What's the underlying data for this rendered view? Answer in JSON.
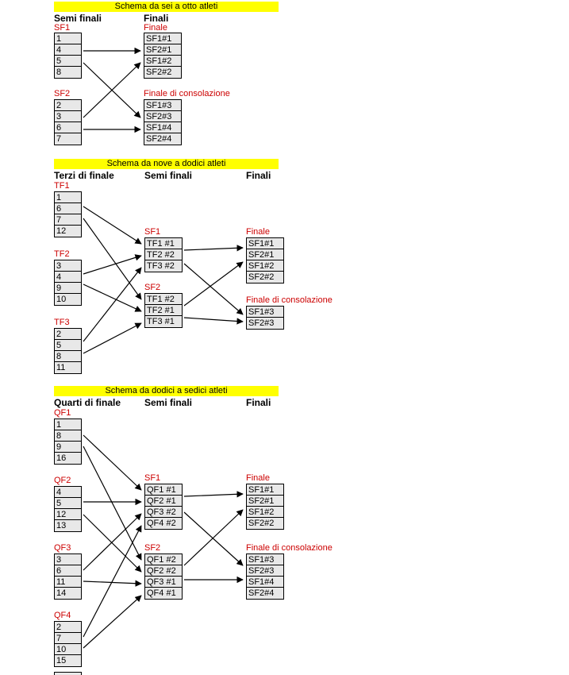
{
  "colors": {
    "page_bg": "#ffffff",
    "banner_bg": "#ffff00",
    "banner_text": "#000000",
    "heading_text": "#000000",
    "label_red": "#cc0000",
    "box_bg": "#e8e8e8",
    "box_border": "#000000",
    "arrow": "#000000"
  },
  "section1": {
    "banner": "Schema da sei a otto atleti",
    "col1_header": "Semi finali",
    "col2_header": "Finali",
    "sf1": {
      "label": "SF1",
      "rows": [
        "1",
        "4",
        "5",
        "8"
      ]
    },
    "sf2": {
      "label": "SF2",
      "rows": [
        "2",
        "3",
        "6",
        "7"
      ]
    },
    "finale": {
      "label": "Finale",
      "rows": [
        "SF1#1",
        "SF2#1",
        "SF1#2",
        "SF2#2"
      ]
    },
    "consolazione": {
      "label": "Finale di consolazione",
      "rows": [
        "SF1#3",
        "SF2#3",
        "SF1#4",
        "SF2#4"
      ]
    },
    "connections": [
      {
        "from": "SF1",
        "to": "Finale"
      },
      {
        "from": "SF1",
        "to": "Finale di consolazione"
      },
      {
        "from": "SF2",
        "to": "Finale"
      },
      {
        "from": "SF2",
        "to": "Finale di consolazione"
      }
    ]
  },
  "section2": {
    "banner": "Schema da nove a dodici atleti",
    "col1_header": "Terzi di finale",
    "col2_header": "Semi finali",
    "col3_header": "Finali",
    "tf1": {
      "label": "TF1",
      "rows": [
        "1",
        "6",
        "7",
        "12"
      ]
    },
    "tf2": {
      "label": "TF2",
      "rows": [
        "3",
        "4",
        "9",
        "10"
      ]
    },
    "tf3": {
      "label": "TF3",
      "rows": [
        "2",
        "5",
        "8",
        "11"
      ]
    },
    "sf1": {
      "label": "SF1",
      "rows": [
        "TF1 #1",
        "TF2 #2",
        "TF3 #2"
      ]
    },
    "sf2": {
      "label": "SF2",
      "rows": [
        "TF1 #2",
        "TF2 #1",
        "TF3 #1"
      ]
    },
    "finale": {
      "label": "Finale",
      "rows": [
        "SF1#1",
        "SF2#1",
        "SF1#2",
        "SF2#2"
      ]
    },
    "consolazione": {
      "label": "Finale di consolazione",
      "rows": [
        "SF1#3",
        "SF2#3"
      ]
    },
    "connections": [
      {
        "from": "TF1",
        "to": "SF1"
      },
      {
        "from": "TF1",
        "to": "SF2"
      },
      {
        "from": "TF2",
        "to": "SF1"
      },
      {
        "from": "TF2",
        "to": "SF2"
      },
      {
        "from": "TF3",
        "to": "SF1"
      },
      {
        "from": "TF3",
        "to": "SF2"
      },
      {
        "from": "SF1",
        "to": "Finale"
      },
      {
        "from": "SF1",
        "to": "Finale di consolazione"
      },
      {
        "from": "SF2",
        "to": "Finale"
      },
      {
        "from": "SF2",
        "to": "Finale di consolazione"
      }
    ]
  },
  "section3": {
    "banner": "Schema da dodici a sedici atleti",
    "col1_header": "Quarti di finale",
    "col2_header": "Semi finali",
    "col3_header": "Finali",
    "qf1": {
      "label": "QF1",
      "rows": [
        "1",
        "8",
        "9",
        "16"
      ]
    },
    "qf2": {
      "label": "QF2",
      "rows": [
        "4",
        "5",
        "12",
        "13"
      ]
    },
    "qf3": {
      "label": "QF3",
      "rows": [
        "3",
        "6",
        "11",
        "14"
      ]
    },
    "qf4": {
      "label": "QF4",
      "rows": [
        "2",
        "7",
        "10",
        "15"
      ]
    },
    "sf1": {
      "label": "SF1",
      "rows": [
        "QF1 #1",
        "QF2 #1",
        "QF3 #2",
        "QF4 #2"
      ]
    },
    "sf2": {
      "label": "SF2",
      "rows": [
        "QF1 #2",
        "QF2 #2",
        "QF3 #1",
        "QF4 #1"
      ]
    },
    "finale": {
      "label": "Finale",
      "rows": [
        "SF1#1",
        "SF2#1",
        "SF1#2",
        "SF2#2"
      ]
    },
    "consolazione": {
      "label": "Finale di consolazione",
      "rows": [
        "SF1#3",
        "SF2#3",
        "SF1#4",
        "SF2#4"
      ]
    },
    "connections": [
      {
        "from": "QF1",
        "to": "SF1"
      },
      {
        "from": "QF1",
        "to": "SF2"
      },
      {
        "from": "QF2",
        "to": "SF1"
      },
      {
        "from": "QF2",
        "to": "SF2"
      },
      {
        "from": "QF3",
        "to": "SF1"
      },
      {
        "from": "QF3",
        "to": "SF2"
      },
      {
        "from": "QF4",
        "to": "SF1"
      },
      {
        "from": "QF4",
        "to": "SF2"
      },
      {
        "from": "SF1",
        "to": "Finale"
      },
      {
        "from": "SF1",
        "to": "Finale di consolazione"
      },
      {
        "from": "SF2",
        "to": "Finale"
      },
      {
        "from": "SF2",
        "to": "Finale di consolazione"
      }
    ]
  }
}
